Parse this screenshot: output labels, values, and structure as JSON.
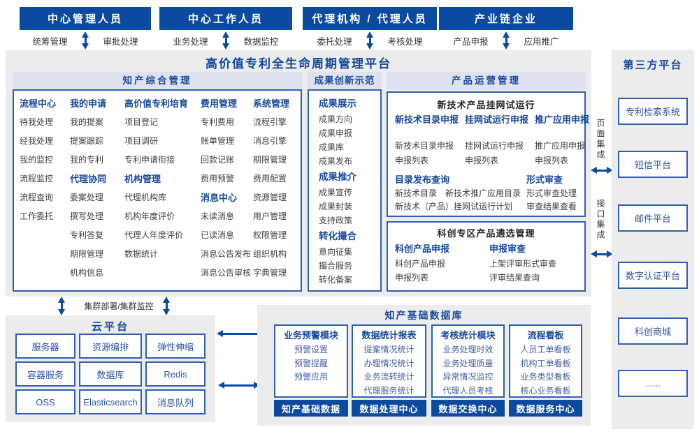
{
  "page": {
    "title": "高价值专利全生命周期管理平台"
  },
  "roles": [
    {
      "title": "中心管理人员",
      "left_label": "统筹管理",
      "right_label": "审批处理"
    },
    {
      "title": "中心工作人员",
      "left_label": "业务处理",
      "right_label": "数据监控"
    },
    {
      "title": "代理机构 / 代理人员",
      "left_label": "委托处理",
      "right_label": "考核处理"
    },
    {
      "title": "产业链企业",
      "left_label": "产品申报",
      "right_label": "应用推广"
    }
  ],
  "ip_management": {
    "title": "知产综合管理",
    "columns": [
      [
        {
          "t": "流程中心",
          "b": true
        },
        {
          "t": "待我处理"
        },
        {
          "t": "经我处理"
        },
        {
          "t": "我的监控"
        },
        {
          "t": "流程监控"
        },
        {
          "t": "流程查询"
        },
        {
          "t": "工作委托"
        }
      ],
      [
        {
          "t": "我的申请",
          "b": true
        },
        {
          "t": "我的提案"
        },
        {
          "t": "提案跟踪"
        },
        {
          "t": "我的专利"
        },
        {
          "t": "代理协同",
          "b": true
        },
        {
          "t": "委案处理"
        },
        {
          "t": "撰写处理"
        },
        {
          "t": "专利答复"
        },
        {
          "t": "期限管理"
        },
        {
          "t": "机构信息"
        }
      ],
      [
        {
          "t": "高价值专利培育",
          "b": true
        },
        {
          "t": "项目登记"
        },
        {
          "t": "项目调研"
        },
        {
          "t": "专利申请衔接"
        },
        {
          "t": "机构管理",
          "b": true
        },
        {
          "t": "代理机构库"
        },
        {
          "t": "机构年度评价"
        },
        {
          "t": "代理人年度评价"
        },
        {
          "t": "数据统计"
        }
      ],
      [
        {
          "t": "费用管理",
          "b": true
        },
        {
          "t": "专利费用"
        },
        {
          "t": "账单管理"
        },
        {
          "t": "回款记账"
        },
        {
          "t": "费用预警"
        },
        {
          "t": "消息中心",
          "b": true
        },
        {
          "t": "未读消息"
        },
        {
          "t": "已读消息"
        },
        {
          "t": "消息公告发布"
        },
        {
          "t": "消息公告审核"
        }
      ],
      [
        {
          "t": "系统管理",
          "b": true
        },
        {
          "t": "流程引擎"
        },
        {
          "t": "消息引擎"
        },
        {
          "t": "期限管理"
        },
        {
          "t": "费用配置"
        },
        {
          "t": "资源管理"
        },
        {
          "t": "用户管理"
        },
        {
          "t": "权限管理"
        },
        {
          "t": "组织机构"
        },
        {
          "t": "字典管理"
        }
      ]
    ]
  },
  "achievement": {
    "title": "成果创新示范",
    "items": [
      {
        "t": "成果展示",
        "b": true
      },
      {
        "t": "成果方向"
      },
      {
        "t": "成果申报"
      },
      {
        "t": "成果库"
      },
      {
        "t": "成果发布"
      },
      {
        "t": "成果推介",
        "b": true
      },
      {
        "t": "成果宣传"
      },
      {
        "t": "成果封装"
      },
      {
        "t": "支持政策"
      },
      {
        "t": "转化撮合",
        "b": true
      },
      {
        "t": "意向征集"
      },
      {
        "t": "撮合服务"
      },
      {
        "t": "转化备案"
      }
    ]
  },
  "product_ops": {
    "title": "产品运营管理",
    "trial": {
      "title": "新技术产品挂网试运行",
      "columns": [
        {
          "head": "新技术目录申报",
          "items": [
            "新技术目录申报",
            "申报列表"
          ]
        },
        {
          "head": "挂网试运行申报",
          "items": [
            "挂网试运行申报",
            "申报列表"
          ]
        },
        {
          "head": "推广应用申报",
          "items": [
            "推广应用申报",
            "申报列表"
          ]
        }
      ],
      "catalog": {
        "head": "目录发布查询",
        "row1a": "新技术目录",
        "row1b": "新技术推广应用目录",
        "row2": "新技术（产品）挂网试运行计划"
      },
      "review": {
        "head": "形式审查",
        "items": [
          "形式审查处理",
          "审查结果查看"
        ]
      }
    },
    "sci_zone": {
      "title": "科创专区产品遴选管理",
      "columns": [
        {
          "head": "科创产品申报",
          "items": [
            "科创产品申报",
            "申报列表"
          ]
        },
        {
          "head": "申报审查",
          "items": [
            "上架评审形式审查",
            "评审结果查询"
          ]
        }
      ]
    }
  },
  "third_party": {
    "title": "第三方平台",
    "systems": [
      "专利检索系统",
      "短信平台",
      "邮件平台",
      "数字认证平台",
      "科创商城",
      "......"
    ],
    "page_integration": "页面集成",
    "api_integration": "接口集成"
  },
  "cloud": {
    "title": "云平台",
    "bridge_label": "集群部署/集群监控",
    "services": [
      "服务器",
      "资源编排",
      "弹性伸缩",
      "容器服务",
      "数据库",
      "Redis",
      "OSS",
      "Elasticsearch",
      "消息队列"
    ]
  },
  "database": {
    "title": "知产基础数据库",
    "modules": [
      {
        "head": "业务预警模块",
        "items": [
          "预警设置",
          "预警提醒",
          "预警应用"
        ]
      },
      {
        "head": "数据统计报表",
        "items": [
          "提案情况统计",
          "办理情况统计",
          "业务流转统计",
          "代理服务统计"
        ]
      },
      {
        "head": "考核统计模块",
        "items": [
          "业务处理时效",
          "业务处理质量",
          "异常情况监控",
          "代理人员考核"
        ]
      },
      {
        "head": "流程看板",
        "items": [
          "人员工单看板",
          "机构工单看板",
          "业务类型看板",
          "核心业务看板"
        ]
      }
    ],
    "centers": [
      "知产基础数据",
      "数据处理中心",
      "数据交换中心",
      "数据服务中心"
    ]
  },
  "colors": {
    "primary": "#0b4a9e",
    "heading": "#16489c",
    "border": "#3060ad",
    "panel": "#ececec"
  }
}
